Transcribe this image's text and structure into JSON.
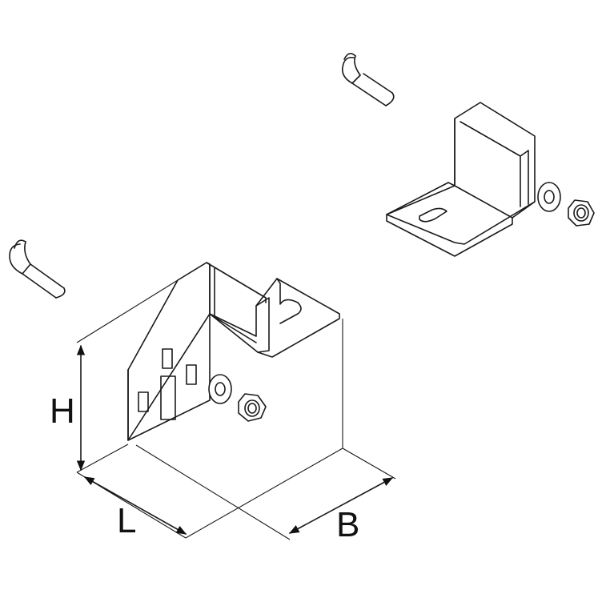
{
  "diagram": {
    "dimension_labels": {
      "height": "H",
      "length": "L",
      "width": "B"
    },
    "colors": {
      "line": "#1a1a1a",
      "background": "#ffffff"
    }
  }
}
